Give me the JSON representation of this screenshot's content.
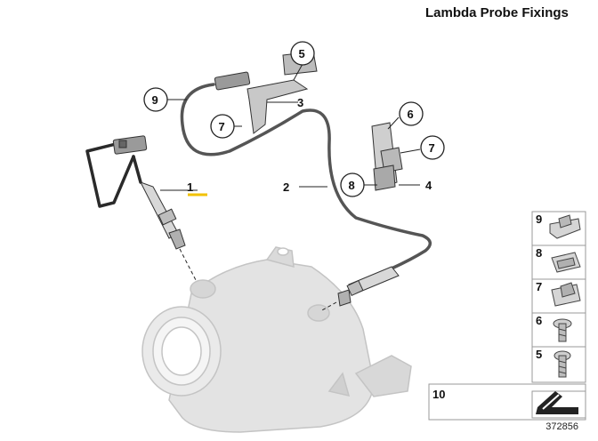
{
  "title": "Lambda Probe Fixings",
  "ref_number": "372856",
  "callouts": {
    "c1": "1",
    "c2": "2",
    "c3": "3",
    "c4": "4",
    "c5": "5",
    "c6": "6",
    "c7a": "7",
    "c7b": "7",
    "c8": "8",
    "c9": "9",
    "c10": "10"
  },
  "legend": [
    {
      "label": "9",
      "part": "clip"
    },
    {
      "label": "8",
      "part": "clip"
    },
    {
      "label": "7",
      "part": "clip"
    },
    {
      "label": "6",
      "part": "screw"
    },
    {
      "label": "5",
      "part": "screw"
    }
  ],
  "colors": {
    "line": "#222222",
    "highlight": "#f2c200",
    "catalyst": "#dcdcdc",
    "panel": "#e6e6e6"
  }
}
